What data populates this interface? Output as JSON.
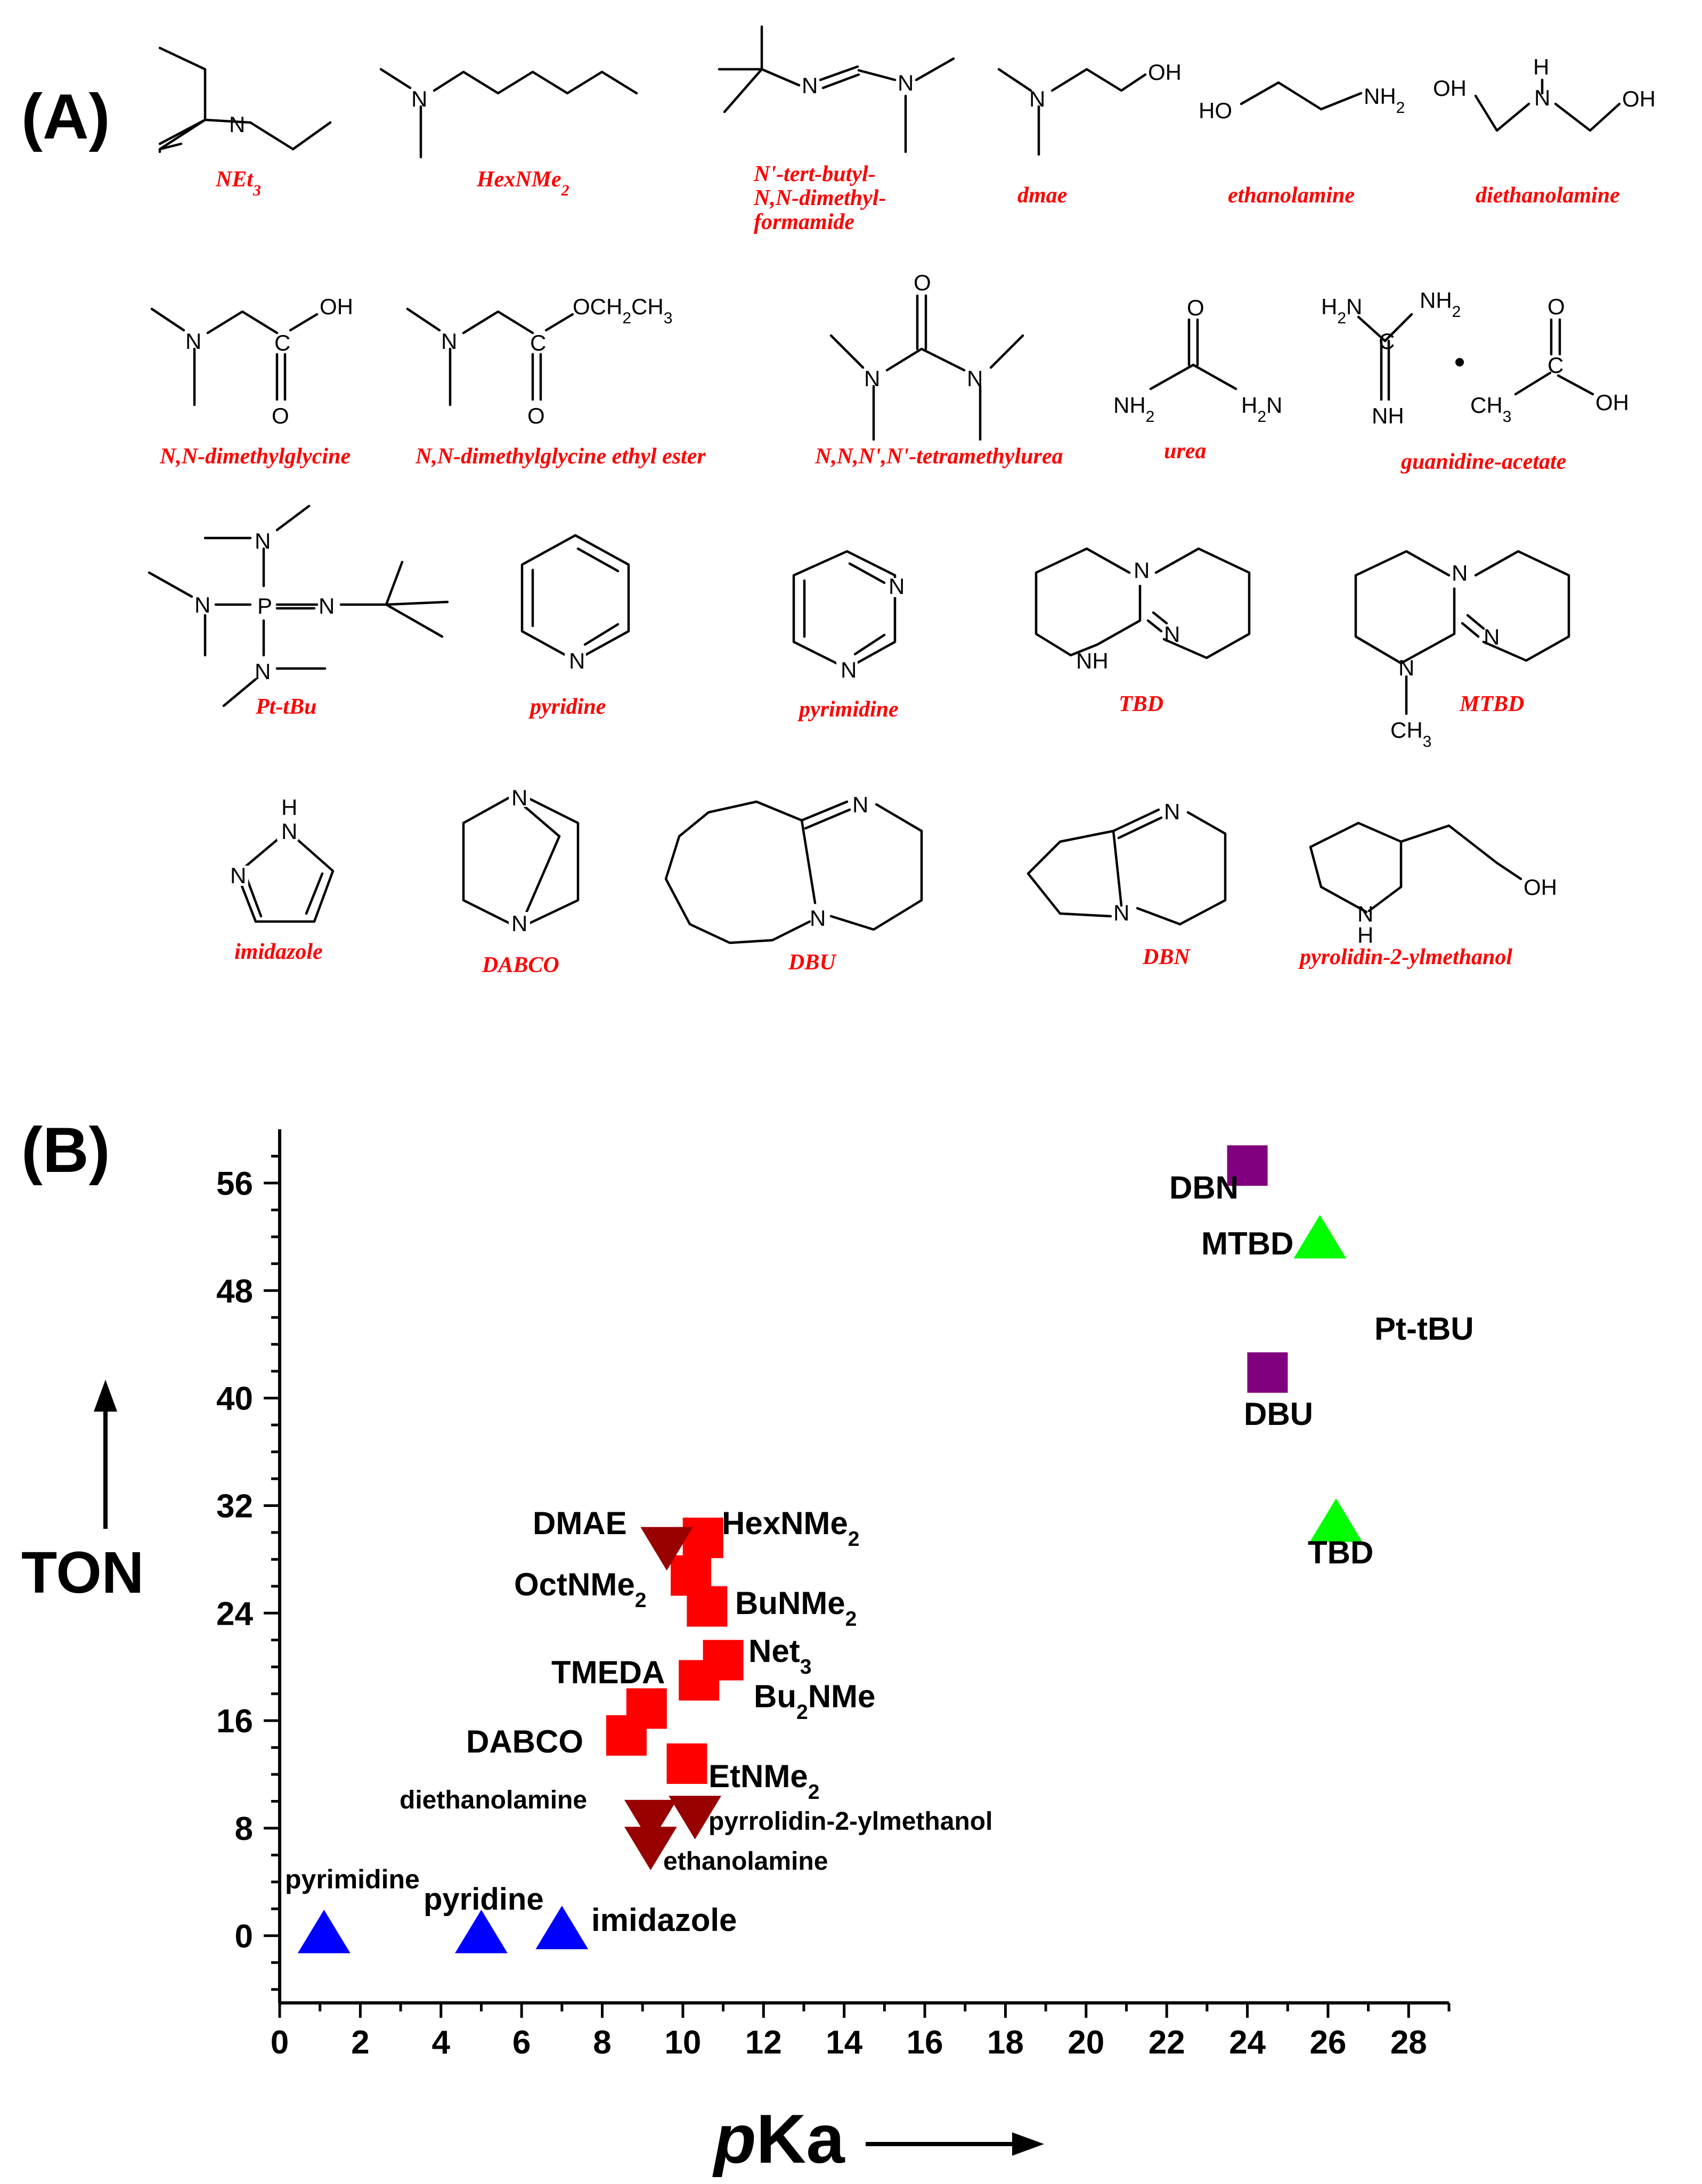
{
  "panel_a_label": "(A)",
  "panel_b_label": "(B)",
  "molecules": {
    "net3": "NEt",
    "hexnme2": "HexNMe",
    "tbuform_1": "N'-tert-butyl-",
    "tbuform_2": "N,N-dimethyl-",
    "tbuform_3": "formamide",
    "dmae": "dmae",
    "ethanolamine": "ethanolamine",
    "diethanolamine": "diethanolamine",
    "dmg": "N,N-dimethylglycine",
    "dmg_ester": "N,N-dimethylglycine ethyl ester",
    "tmu": "N,N,N',N'-tetramethylurea",
    "urea": "urea",
    "guan": "guanidine-acetate",
    "pttbu": "Pt-tBu",
    "pyridine": "pyridine",
    "pyrimidine": "pyrimidine",
    "tbd": "TBD",
    "mtbd": "MTBD",
    "imidazole": "imidazole",
    "dabco": "DABCO",
    "dbu": "DBU",
    "dbn": "DBN",
    "pyrol": "pyrolidin-2-ylmethanol"
  },
  "atoms": {
    "N": "N",
    "OH": "OH",
    "HO": "HO",
    "H": "H",
    "O": "O",
    "C": "C",
    "P": "P",
    "NH2": "NH",
    "H2N": "H",
    "NH": "NH",
    "CH3": "CH",
    "OCH2CH3": "OCH",
    "sub2": "2",
    "sub3": "3"
  },
  "chart_data": {
    "type": "scatter",
    "xlabel": "pKa",
    "ylabel": "TON",
    "xlim": [
      0,
      29
    ],
    "ylim": [
      -5,
      60
    ],
    "xticks": [
      0,
      2,
      4,
      6,
      8,
      10,
      12,
      14,
      16,
      18,
      20,
      22,
      24,
      26,
      28
    ],
    "yticks": [
      0,
      8,
      16,
      24,
      32,
      40,
      48,
      56
    ],
    "grid": false,
    "series": [
      {
        "marker": "triangle-up",
        "color": "#0000ff",
        "points": [
          {
            "x": 1.1,
            "y": 0.2
          },
          {
            "x": 5.0,
            "y": 0.2
          },
          {
            "x": 7.0,
            "y": 0.5
          }
        ]
      },
      {
        "marker": "square",
        "color": "#ff0000",
        "points": [
          {
            "x": 10.5,
            "y": 29.6
          },
          {
            "x": 10.2,
            "y": 26.8
          },
          {
            "x": 10.6,
            "y": 24.5
          },
          {
            "x": 11.0,
            "y": 20.5
          },
          {
            "x": 10.4,
            "y": 19.0
          },
          {
            "x": 9.1,
            "y": 16.9
          },
          {
            "x": 8.6,
            "y": 14.9
          },
          {
            "x": 10.1,
            "y": 12.8
          }
        ]
      },
      {
        "marker": "triangle-down",
        "color": "#990000",
        "points": [
          {
            "x": 9.6,
            "y": 28.9
          },
          {
            "x": 9.2,
            "y": 8.6
          },
          {
            "x": 10.3,
            "y": 8.9
          },
          {
            "x": 9.2,
            "y": 6.6
          }
        ]
      },
      {
        "marker": "square",
        "color": "#800080",
        "points": [
          {
            "x": 24.0,
            "y": 57.3
          },
          {
            "x": 24.5,
            "y": 41.9
          }
        ]
      },
      {
        "marker": "triangle-up",
        "color": "#00ff00",
        "points": [
          {
            "x": 25.8,
            "y": 51.9
          },
          {
            "x": 26.2,
            "y": 30.8
          }
        ]
      }
    ],
    "annotations": [
      {
        "text": "pyrimidine"
      },
      {
        "text": "pyridine"
      },
      {
        "text": "imidazole"
      },
      {
        "text": "DMAE"
      },
      {
        "text": "HexNMe",
        "sub": "2"
      },
      {
        "text": "OctNMe",
        "sub": "2"
      },
      {
        "text": "BuNMe",
        "sub": "2"
      },
      {
        "text": "TMEDA"
      },
      {
        "text": "Net",
        "sub": "3"
      },
      {
        "text": "Bu",
        "sub": "2",
        "tail": "NMe"
      },
      {
        "text": "DABCO"
      },
      {
        "text": "EtNMe",
        "sub": "2"
      },
      {
        "text": "diethanolamine"
      },
      {
        "text": "pyrrolidin-2-ylmethanol"
      },
      {
        "text": "ethanolamine"
      },
      {
        "text": "DBN"
      },
      {
        "text": "MTBD"
      },
      {
        "text": "Pt-tBU"
      },
      {
        "text": "DBU"
      },
      {
        "text": "TBD"
      }
    ]
  }
}
